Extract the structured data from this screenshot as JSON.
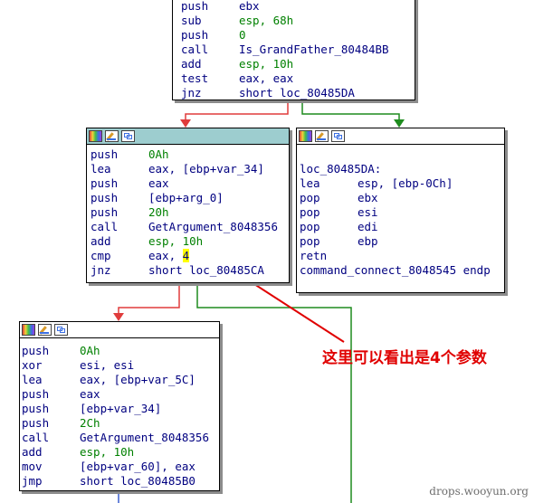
{
  "top_block": {
    "lines": [
      {
        "mnemonic": "push",
        "operand": "ebx"
      },
      {
        "mnemonic": "sub",
        "operand": "esp, 68h"
      },
      {
        "mnemonic": "push",
        "operand": "0"
      },
      {
        "mnemonic": "call",
        "operand": "Is_GrandFather_80484BB"
      },
      {
        "mnemonic": "add",
        "operand": "esp, 10h"
      },
      {
        "mnemonic": "test",
        "operand": "eax, eax"
      },
      {
        "mnemonic": "jnz",
        "operand": "short loc_80485DA"
      }
    ]
  },
  "middle_left_block": {
    "lines": [
      {
        "mnemonic": "push",
        "operand": "0Ah"
      },
      {
        "mnemonic": "lea",
        "operand": "eax, [ebp+var_34]"
      },
      {
        "mnemonic": "push",
        "operand": "eax"
      },
      {
        "mnemonic": "push",
        "operand": "[ebp+arg_0]"
      },
      {
        "mnemonic": "push",
        "operand": "20h"
      },
      {
        "mnemonic": "call",
        "operand": "GetArgument_8048356"
      },
      {
        "mnemonic": "add",
        "operand": "esp, 10h"
      },
      {
        "mnemonic": "cmp",
        "operand": "eax, 4"
      },
      {
        "mnemonic": "jnz",
        "operand": "short loc_80485CA"
      }
    ]
  },
  "middle_right_block": {
    "label": "loc_80485DA:",
    "lines": [
      {
        "mnemonic": "lea",
        "operand": "esp, [ebp-0Ch]"
      },
      {
        "mnemonic": "pop",
        "operand": "ebx"
      },
      {
        "mnemonic": "pop",
        "operand": "esi"
      },
      {
        "mnemonic": "pop",
        "operand": "edi"
      },
      {
        "mnemonic": "pop",
        "operand": "ebp"
      },
      {
        "mnemonic": "retn",
        "operand": ""
      }
    ],
    "endp": "command_connect_8048545 endp"
  },
  "bottom_block": {
    "lines": [
      {
        "mnemonic": "push",
        "operand": "0Ah"
      },
      {
        "mnemonic": "xor",
        "operand": "esi, esi"
      },
      {
        "mnemonic": "lea",
        "operand": "eax, [ebp+var_5C]"
      },
      {
        "mnemonic": "push",
        "operand": "eax"
      },
      {
        "mnemonic": "push",
        "operand": "[ebp+var_34]"
      },
      {
        "mnemonic": "push",
        "operand": "2Ch"
      },
      {
        "mnemonic": "call",
        "operand": "GetArgument_8048356"
      },
      {
        "mnemonic": "add",
        "operand": "esp, 10h"
      },
      {
        "mnemonic": "mov",
        "operand": "[ebp+var_60], eax"
      },
      {
        "mnemonic": "jmp",
        "operand": "short loc_80485B0"
      }
    ]
  },
  "annotation": {
    "text": "这里可以看出是4个参数"
  },
  "watermark": {
    "text": "drops.wooyun.org"
  },
  "icons": [
    "palette-icon",
    "edit-pencil-icon",
    "graph-overview-icon",
    "arrow-down-icon"
  ],
  "colors": {
    "edge_false": "#e03c3c",
    "edge_true": "#1e8c1e",
    "edge_unconditional": "#3a5fcf",
    "annotation": "#e00000",
    "active_header": "#9dcdcf"
  }
}
